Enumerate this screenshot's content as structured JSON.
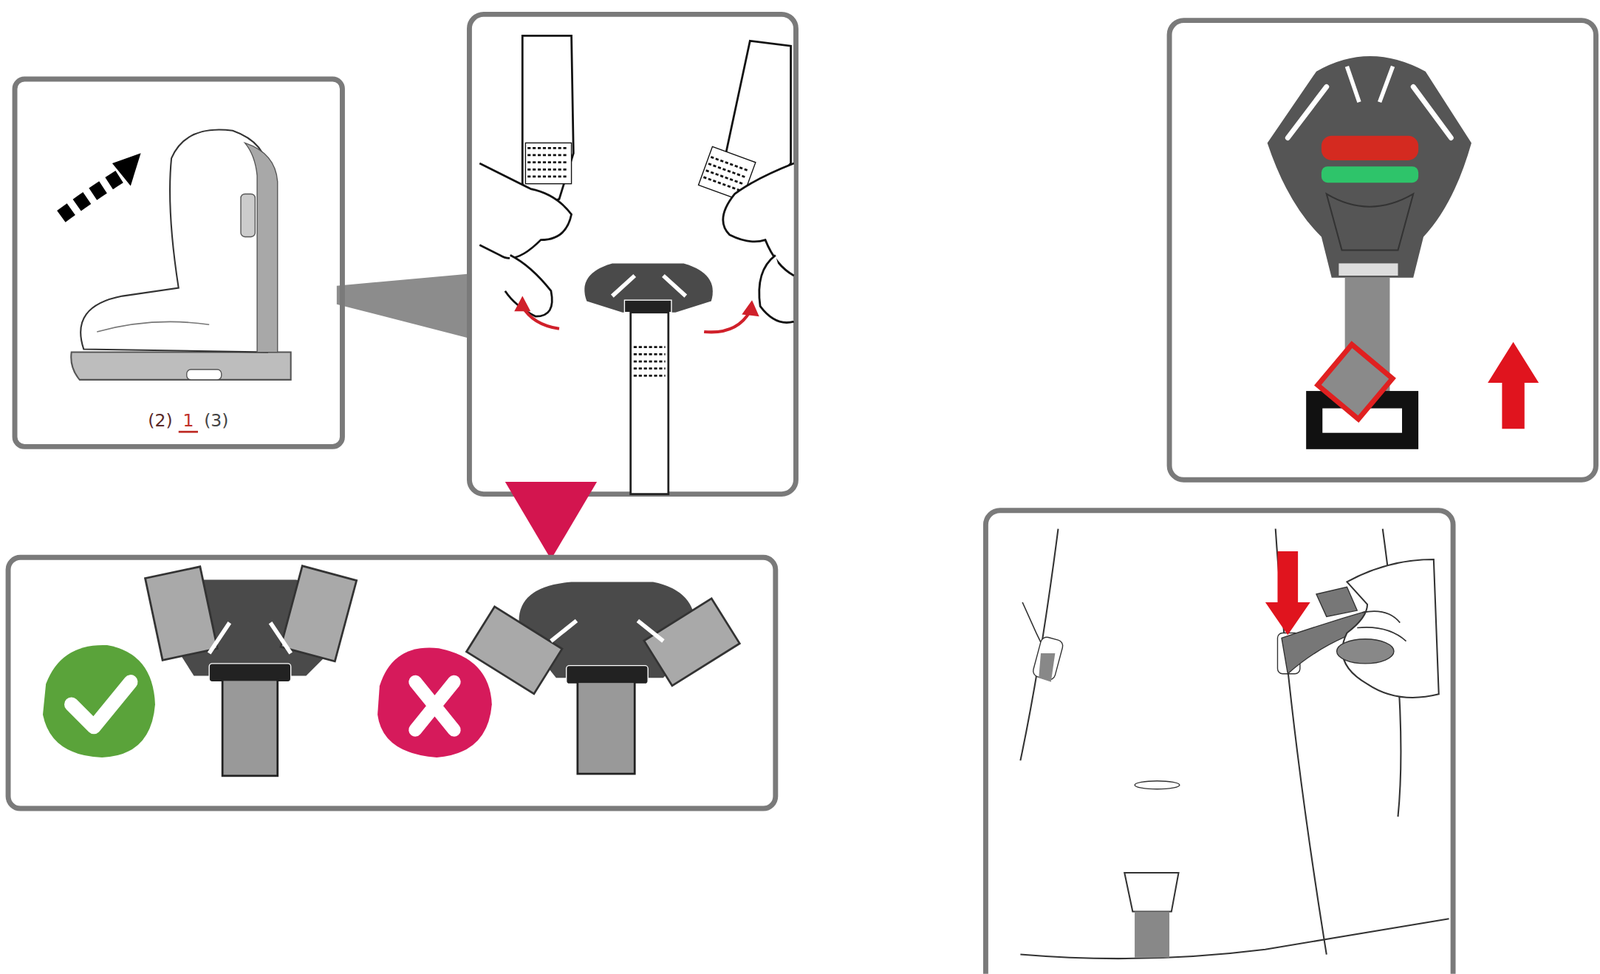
{
  "diagram": {
    "nodes": [
      {
        "text": [
          "(2)",
          "1",
          "(3)"
        ]
      }
    ]
  }
}
